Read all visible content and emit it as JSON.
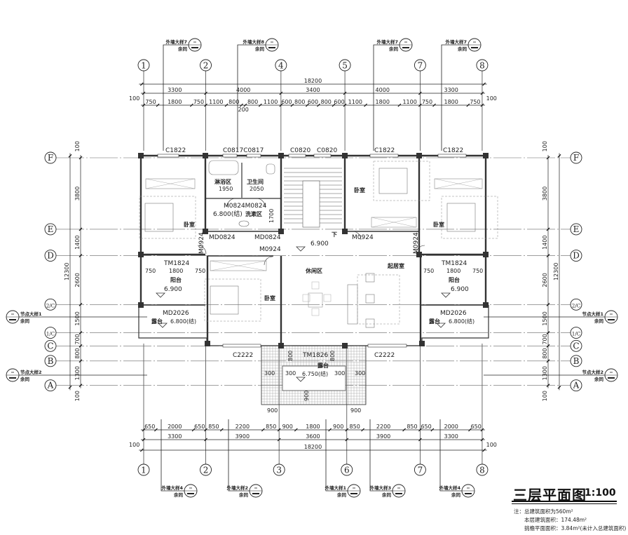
{
  "title": {
    "name": "三层平面图",
    "scale": "1:100"
  },
  "notes": [
    "注：总建筑面积为560m²",
    "本层建筑面积：174.48m²",
    "挑檐平面面积：3.84m²(未计入总建筑面积)"
  ],
  "axes": {
    "top": [
      "1",
      "2",
      "4",
      "5",
      "7",
      "8"
    ],
    "bottom": [
      "1",
      "2",
      "3",
      "6",
      "7",
      "8"
    ],
    "rows": [
      "F",
      "E",
      "D",
      "2/C",
      "1/C",
      "C",
      "B",
      "A"
    ]
  },
  "dims": {
    "top_total": [
      18200
    ],
    "top_axes": [
      3300,
      4000,
      3400,
      4000,
      3300
    ],
    "top_detail": [
      750,
      1800,
      750,
      1100,
      800,
      200,
      800,
      1100,
      600,
      800,
      600,
      800,
      600,
      1100,
      1800,
      1100,
      750,
      1800,
      750
    ],
    "bottom_detail": [
      650,
      2000,
      650,
      850,
      2200,
      850,
      900,
      1800,
      900,
      850,
      2200,
      850,
      650,
      2000,
      650
    ],
    "bottom_axes": [
      3300,
      3900,
      3600,
      3900,
      3300
    ],
    "bottom_total": [
      18200
    ],
    "side_detail": [
      3800,
      1400,
      2600,
      1500,
      700,
      800,
      1300
    ],
    "side_total": [
      12300
    ],
    "edge": 100
  },
  "callouts": {
    "top": [
      {
        "text": "外墙大样7",
        "sub": "余同"
      },
      {
        "text": "外墙大样8",
        "sub": "余同"
      },
      {
        "text": "外墙大样7",
        "sub": "余同"
      },
      {
        "text": "外墙大样7",
        "sub": "余同"
      }
    ],
    "bottom": [
      {
        "text": "外墙大样4",
        "sub": "余同"
      },
      {
        "text": "外墙大样2",
        "sub": "余同"
      },
      {
        "text": "外墙大样1",
        "sub": "余同"
      },
      {
        "text": "外墙大样3",
        "sub": "余同"
      },
      {
        "text": "外墙大样4",
        "sub": "余同"
      }
    ],
    "side": [
      {
        "text": "节点大样1",
        "sub": "余同"
      },
      {
        "text": "节点大样2",
        "sub": "余同"
      }
    ]
  },
  "rooms": {
    "bedroom": "卧室",
    "shower": "淋浴区",
    "toilet": "卫生间",
    "wash": "洗漱区",
    "leisure": "休闲区",
    "living": "起居室",
    "balcony": "阳台",
    "terrace": "露台",
    "down": "下"
  },
  "openings": {
    "c1822": "C1822",
    "c0817": "C0817C0817",
    "c0820": "C0820",
    "m0824": "M0824M0824",
    "md0824": "MD0824",
    "m0924": "M0924",
    "tm1824": "TM1824",
    "md2026": "MD2026",
    "c2222": "C2222",
    "tm1826": "TM1826"
  },
  "room_dims": {
    "shower": "1950",
    "toilet": "2050",
    "wash_depth": "1700",
    "balcony": [
      "750",
      "1800",
      "750"
    ],
    "entry_side": "800",
    "entry_offset": "300",
    "entry_depth": "900",
    "entry_width": "900"
  },
  "elevations": {
    "floor": "6.900",
    "wash": "6.800(结)",
    "terrace": "6.800(结)",
    "entry": "6.750(结)"
  }
}
